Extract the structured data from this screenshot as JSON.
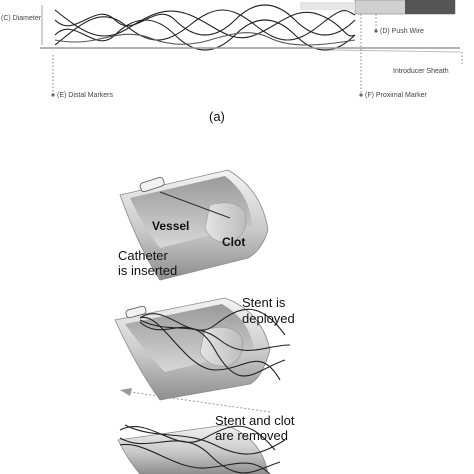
{
  "figure_a": {
    "labels": {
      "diameter": "(C) Diameter",
      "push_wire": "(D) Push Wire",
      "introducer_sheath": "Introducer Sheath",
      "distal_markers": "(E) Distal Markers",
      "proximal_marker": "(F) Proximal Marker"
    },
    "caption": "(a)"
  },
  "figure_b": {
    "step1": {
      "vessel": "Vessel",
      "clot": "Clot",
      "caption_line1": "Catheter",
      "caption_line2": "is inserted"
    },
    "step2": {
      "caption_line1": "Stent is",
      "caption_line2": "deployed"
    },
    "step3": {
      "caption_line1": "Stent and clot",
      "caption_line2": "are removed"
    }
  }
}
